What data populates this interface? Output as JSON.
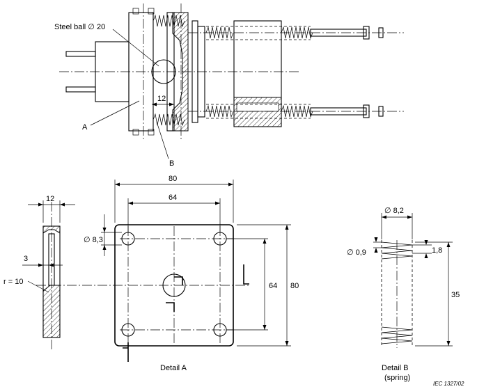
{
  "labels": {
    "steel_ball": "Steel ball ∅ 20",
    "A": "A",
    "B": "B",
    "dim_12_top": "12",
    "dim_80": "80",
    "dim_64": "64",
    "dim_8_3": "∅ 8,3",
    "dim_64_v": "64",
    "dim_80_v": "80",
    "dim_12_left": "12",
    "dim_3": "3",
    "r_10": "r = 10",
    "dim_8_2": "∅ 8,2",
    "dim_0_9": "∅ 0,9",
    "dim_1_8": "1,8",
    "dim_35": "35",
    "detail_a": "Detail A",
    "detail_b": "Detail B",
    "detail_b_sub": "(spring)",
    "ref": "IEC   1327/02"
  }
}
